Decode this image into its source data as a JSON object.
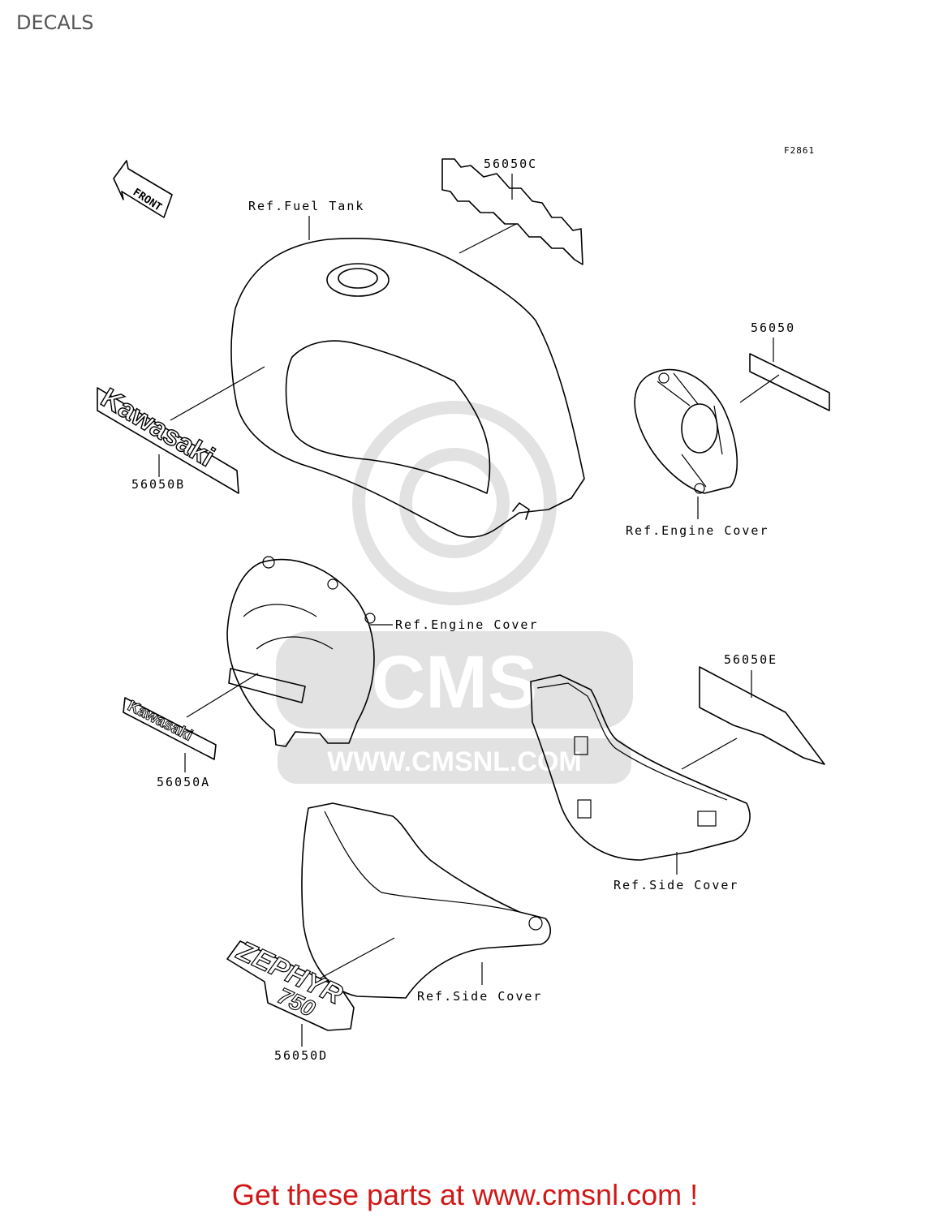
{
  "page": {
    "title": "DECALS"
  },
  "figure": {
    "code": "F2861"
  },
  "labels": {
    "front": "FRONT",
    "fuel_tank": "Ref.Fuel Tank",
    "part_56050c": "56050C",
    "part_56050": "56050",
    "part_56050b": "56050B",
    "engine_cover_right": "Ref.Engine Cover",
    "engine_cover_left": "Ref.Engine Cover",
    "part_56050e": "56050E",
    "part_56050a": "56050A",
    "side_cover_right": "Ref.Side Cover",
    "side_cover_left": "Ref.Side Cover",
    "part_56050d": "56050D"
  },
  "decals": {
    "kawasaki_large": "Kawasaki",
    "kawasaki_small": "Kawasaki",
    "zephyr": "ZEPHYR",
    "zephyr_model": "750"
  },
  "watermark": {
    "brand": "CMS",
    "url": "WWW.CMSNL.COM"
  },
  "footer": {
    "text": "Get these parts at www.cmsnl.com !"
  }
}
